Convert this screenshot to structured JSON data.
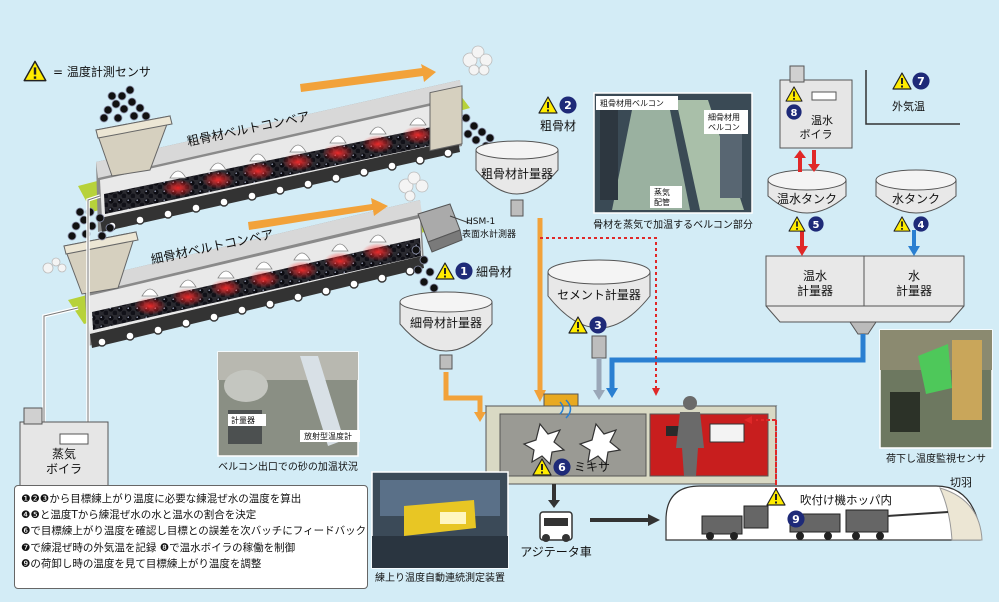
{
  "legend": {
    "sensor_text": "= 温度計測センサ"
  },
  "labels": {
    "coarse_conveyor": "粗骨材ベルトコンベア",
    "fine_conveyor": "細骨材ベルトコンベア",
    "coarse_weigher": "粗骨材計量器",
    "fine_weigher": "細骨材計量器",
    "cement_weigher": "セメント計量器",
    "coarse_sensor": "粗骨材",
    "fine_sensor": "細骨材",
    "hsm_line1": "HSM-1",
    "hsm_line2": "表面水計測器",
    "steam_boiler_line1": "蒸気",
    "steam_boiler_line2": "ボイラ",
    "hot_water_boiler_line1": "温水",
    "hot_water_boiler_line2": "ボイラ",
    "outside_temp": "外気温",
    "hot_water_tank": "温水タンク",
    "water_tank": "水タンク",
    "hot_water_weigher_line1": "温水",
    "hot_water_weigher_line2": "計量器",
    "water_weigher_line1": "水",
    "water_weigher_line2": "計量器",
    "mixer": "ミキサ",
    "agitator_truck": "アジテータ車",
    "hopper": "吹付け機ホッパ内",
    "tunnel_face": "切羽"
  },
  "photos": {
    "belt_caption": "骨材を蒸気で加温するベルコン部分",
    "belt_coarse_label": "粗骨材用ベルコン",
    "belt_fine_label_line1": "細骨材用",
    "belt_fine_label_line2": "ベルコン",
    "belt_steam_label_line1": "蒸気",
    "belt_steam_label_line2": "配管",
    "outlet_caption": "ベルコン出口での砂の加温状況",
    "outlet_meter_label": "計量器",
    "outlet_thermo_label": "放射型温度計",
    "mix_caption": "練上り温度自動連続測定装置",
    "unload_caption": "荷下し温度監視センサ"
  },
  "notes": [
    "❶❷❸から目標練上がり温度に必要な練混ぜ水の温度を算出",
    "❹❺と温度Tから練混ぜ水の水と温水の割合を決定",
    "❻で目標練上がり温度を確認し目標との誤差を次バッチにフィードバック",
    "❼で練混ぜ時の外気温を記録 ❽で温水ボイラの稼働を制御",
    "❾の荷卸し時の温度を見て目標練上がり温度を調整"
  ],
  "markers": [
    "1",
    "2",
    "3",
    "4",
    "5",
    "6",
    "7",
    "8",
    "9"
  ],
  "colors": {
    "background": "#d3ecf6",
    "conveyor_green": "#b7d23a",
    "aggregate_orange": "#f2a23a",
    "water_blue": "#2a7fd1",
    "hot_water_red": "#e02828",
    "marker_navy": "#1e2a78",
    "sensor_yellow": "#ffec00"
  },
  "icons": [
    "warning-sensor-icon",
    "number-marker-icon",
    "worker-icon"
  ]
}
